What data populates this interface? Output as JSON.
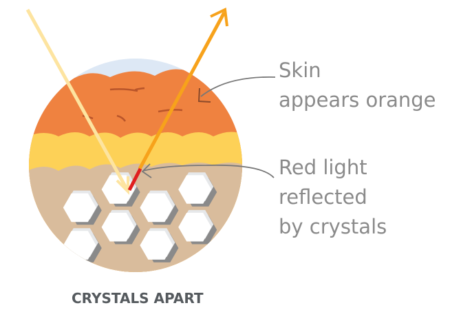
{
  "labels": {
    "skin_line1": "Skin",
    "skin_line2": "appears orange",
    "red_line1": "Red light",
    "red_line2": "reflected",
    "red_line3": "by crystals"
  },
  "caption": "CRYSTALS APART",
  "colors": {
    "sky": "#dde8f5",
    "orange_layer": "#ef8240",
    "yellow_layer": "#fdd157",
    "tan_layer": "#d9bc9c",
    "incoming_light": "#fde4a0",
    "reflected_light": "#f7a21b",
    "red_light": "#e01f1f",
    "label_text": "#8a8a8a"
  }
}
